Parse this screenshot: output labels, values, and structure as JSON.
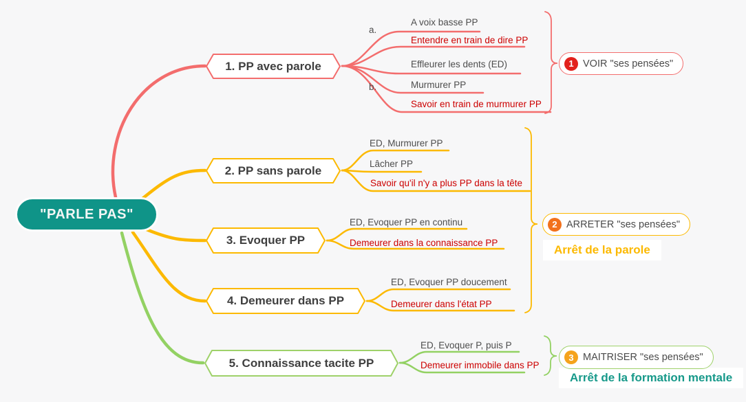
{
  "colors": {
    "background": "#f7f7f8",
    "root_bg": "#0f9488",
    "branch1": "#f36d6d",
    "branch2_3_4": "#fcb900",
    "branch5": "#9ed169",
    "text_gray": "#4d4d4d",
    "text_red": "#cc0000",
    "badge1_circle": "#e2211c",
    "badge2_circle": "#f2711c",
    "badge3_circle": "#f5a31c",
    "caption2_color": "#fcb900",
    "caption3_color": "#17998a"
  },
  "root": {
    "label": "\"PARLE PAS\""
  },
  "branches": [
    {
      "label": "1. PP avec parole",
      "groups": [
        {
          "label": "a.",
          "items": [
            {
              "text": "A voix basse PP"
            },
            {
              "text": "Entendre en train de dire PP"
            }
          ]
        },
        {
          "label": "b.",
          "items": [
            {
              "text": "Effleurer les dents (ED)"
            },
            {
              "text": "Murmurer PP"
            },
            {
              "text": "Savoir en train de murmurer PP"
            }
          ]
        }
      ]
    },
    {
      "label": "2. PP sans parole",
      "items": [
        {
          "text": "ED, Murmurer PP"
        },
        {
          "text": "Lâcher PP"
        },
        {
          "text": "Savoir qu'il n'y a plus PP dans la tête"
        }
      ]
    },
    {
      "label": "3. Evoquer PP",
      "items": [
        {
          "text": "ED, Evoquer PP en continu"
        },
        {
          "text": "Demeurer dans la connaissance PP"
        }
      ]
    },
    {
      "label": "4. Demeurer dans PP",
      "items": [
        {
          "text": "ED, Evoquer PP doucement"
        },
        {
          "text": "Demeurer dans l'état PP"
        }
      ]
    },
    {
      "label": "5. Connaissance tacite PP",
      "items": [
        {
          "text": "ED, Evoquer P, puis P"
        },
        {
          "text": "Demeurer immobile dans PP"
        }
      ]
    }
  ],
  "summaries": [
    {
      "number": "1",
      "label": "VOIR \"ses pensées\""
    },
    {
      "number": "2",
      "label": "ARRETER \"ses pensées\"",
      "caption": "Arrêt de la parole"
    },
    {
      "number": "3",
      "label": "MAITRISER \"ses pensées\"",
      "caption": "Arrêt de la formation mentale"
    }
  ]
}
